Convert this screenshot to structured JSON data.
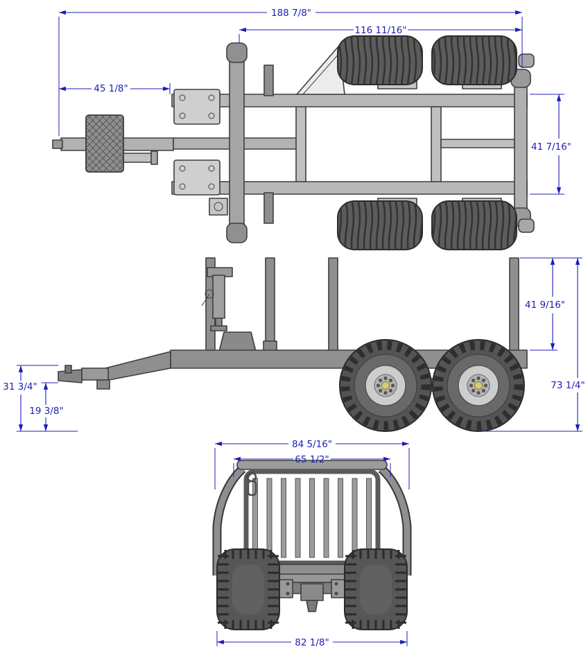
{
  "dimensions": {
    "overall_length": "188 7/8\"",
    "frame_length": "116 11/16\"",
    "tongue_length": "45 1/8\"",
    "frame_width": "41 7/16\"",
    "stake_height": "41 9/16\"",
    "overall_height": "73 1/4\"",
    "hitch_height": "31 3/4\"",
    "coupler_height": "19 3/8\"",
    "overall_width": "84 5/16\"",
    "headboard_inner_width": "65 1/2\"",
    "track_width": "82 1/8\""
  },
  "colors": {
    "dimension_blue": "#1d1db8",
    "drawing_line": "#3e3e3e"
  }
}
